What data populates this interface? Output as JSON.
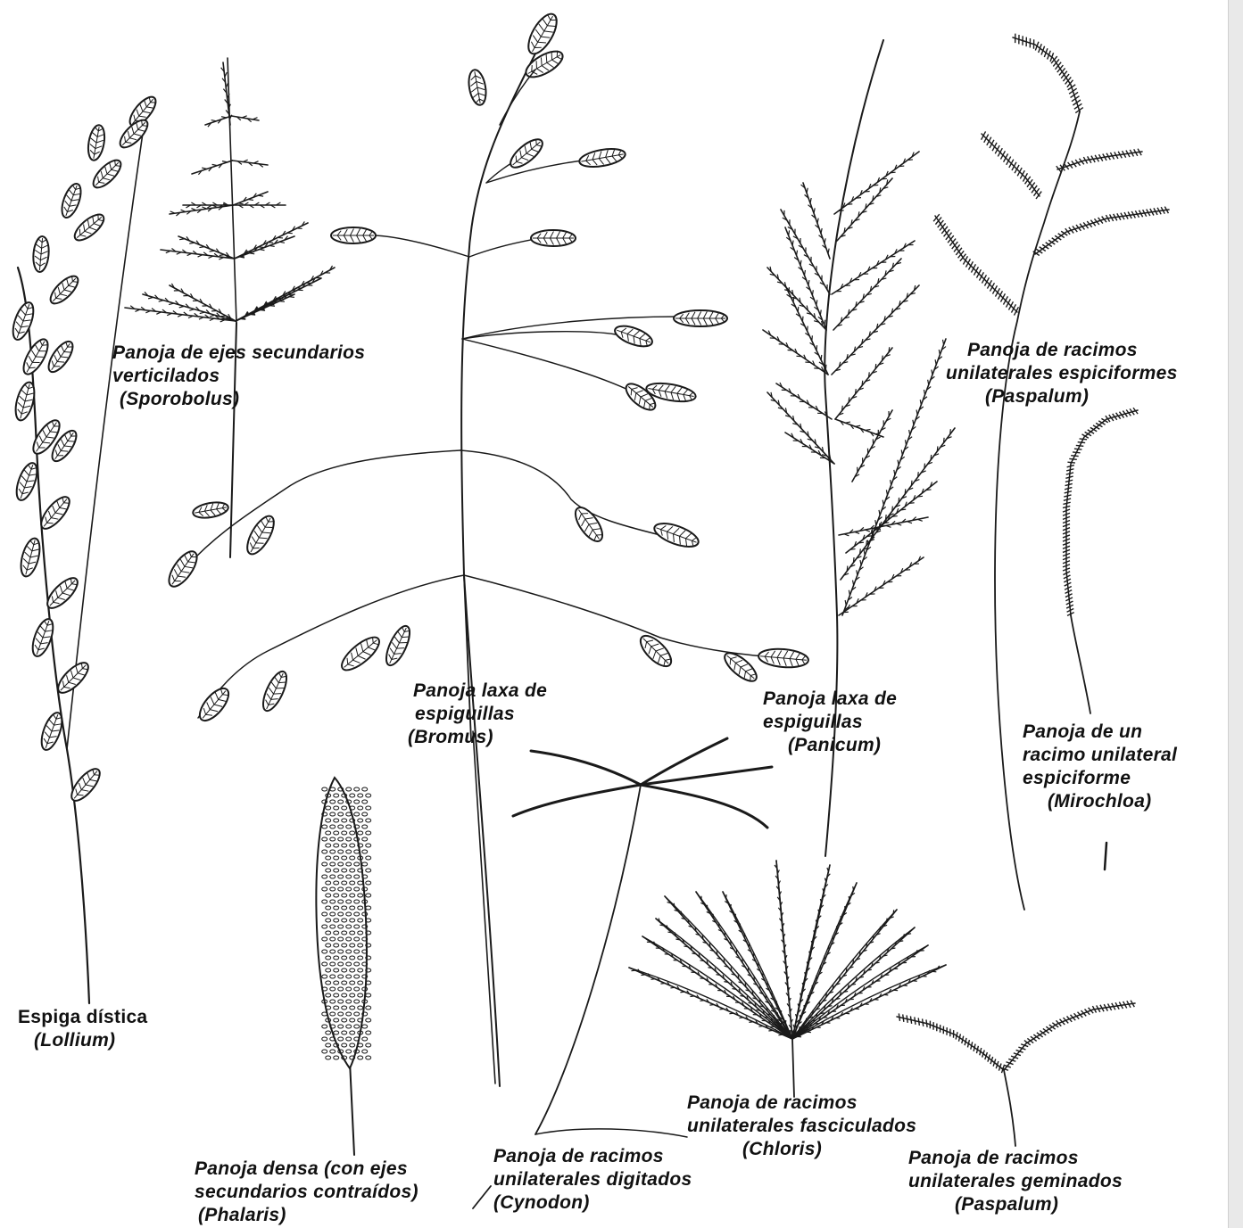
{
  "diagram": {
    "labels": {
      "lollium": {
        "line1": "Espiga dística",
        "line2": "(Lollium)"
      },
      "sporobolus": {
        "line1": "Panoja de ejes secundarios",
        "line2": "verticilados",
        "line3": "(Sporobolus)"
      },
      "bromus": {
        "line1": "Panoja laxa de",
        "line2": "espiguillas",
        "line3": "(Bromus)"
      },
      "panicum": {
        "line1": "Panoja laxa de",
        "line2": "espiguillas",
        "line3": "(Panicum)"
      },
      "paspalum_espiciformes": {
        "line1": "Panoja de racimos",
        "line2": "unilaterales espiciformes",
        "line3": "(Paspalum)"
      },
      "mirochloa": {
        "line1": "Panoja de un",
        "line2": "racimo unilateral",
        "line3": "espiciforme",
        "line4": "(Mirochloa)"
      },
      "phalaris": {
        "line1": "Panoja densa (con ejes",
        "line2": "secundarios contraídos)",
        "line3": "(Phalaris)"
      },
      "cynodon": {
        "line1": "Panoja de racimos",
        "line2": "unilaterales digitados",
        "line3": "(Cynodon)"
      },
      "chloris": {
        "line1": "Panoja de racimos",
        "line2": "unilaterales fasciculados",
        "line3": "(Chloris)"
      },
      "paspalum_geminados": {
        "line1": "Panoja de racimos",
        "line2": "unilaterales geminados",
        "line3": "(Paspalum)"
      }
    },
    "ink_color": "#1a1a1a",
    "background_color": "#ffffff"
  }
}
